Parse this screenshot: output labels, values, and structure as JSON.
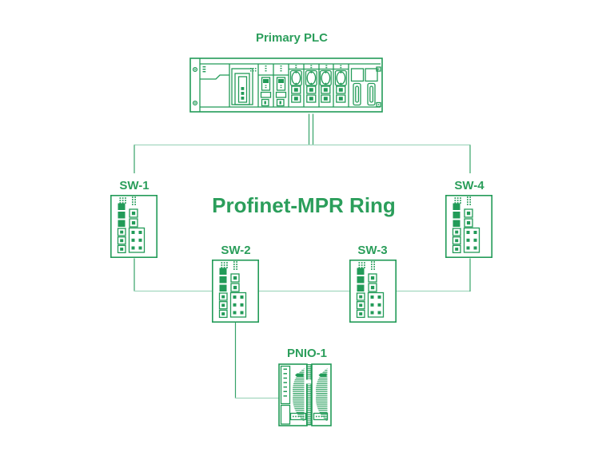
{
  "colors": {
    "background": "#ffffff",
    "green": "#229b58",
    "text_green": "#2b9e5b",
    "line_vertical": "#35a268",
    "line_horizontal": "#a3d7bf"
  },
  "title": {
    "text": "Profinet-MPR Ring"
  },
  "nodes": {
    "plc": {
      "label": "Primary PLC",
      "icon": "plc-rack-icon"
    },
    "sw1": {
      "label": "SW-1",
      "icon": "ethernet-switch-icon"
    },
    "sw2": {
      "label": "SW-2",
      "icon": "ethernet-switch-icon"
    },
    "sw3": {
      "label": "SW-3",
      "icon": "ethernet-switch-icon"
    },
    "sw4": {
      "label": "SW-4",
      "icon": "ethernet-switch-icon"
    },
    "pnio": {
      "label": "PNIO-1",
      "icon": "remote-io-device-icon"
    }
  },
  "connections": [
    {
      "from": "Primary PLC",
      "to": "SW-1"
    },
    {
      "from": "Primary PLC",
      "to": "SW-4"
    },
    {
      "from": "SW-1",
      "to": "SW-2"
    },
    {
      "from": "SW-2",
      "to": "SW-3"
    },
    {
      "from": "SW-3",
      "to": "SW-4"
    },
    {
      "from": "SW-2",
      "to": "PNIO-1"
    }
  ]
}
